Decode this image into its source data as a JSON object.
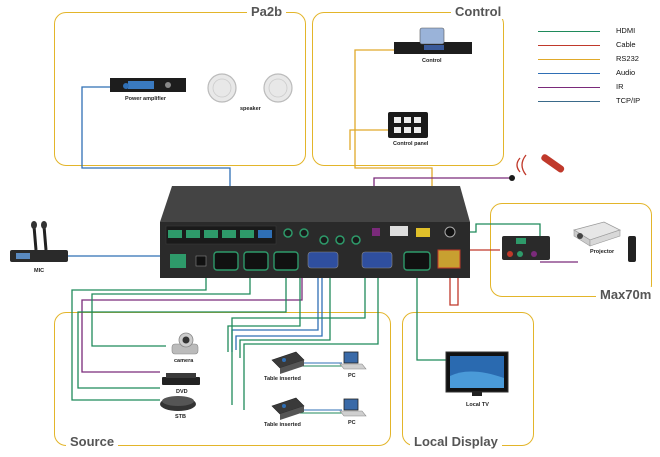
{
  "zones": {
    "pa2b": "Pa2b",
    "control": "Control",
    "max70m": "Max70m",
    "source": "Source",
    "local_display": "Local Display"
  },
  "legend": [
    {
      "label": "HDMI",
      "color": "#1f8a5b"
    },
    {
      "label": "Cable",
      "color": "#c0392b"
    },
    {
      "label": "RS232",
      "color": "#e0a92a"
    },
    {
      "label": "Audio",
      "color": "#2f6fb5"
    },
    {
      "label": "IR",
      "color": "#7a2a7a"
    },
    {
      "label": "TCP/IP",
      "color": "#3a6a8a"
    }
  ],
  "devices": {
    "power_amplifier": "Power amplifier",
    "speaker": "speaker",
    "control": "Control",
    "control_panel": "Control panel",
    "mic": "MIC",
    "projector": "Projector",
    "camera": "camera",
    "dvd": "DVD",
    "stb": "STB",
    "table_inserted_1": "Table inserted",
    "table_inserted_2": "Table inserted",
    "pc_1": "PC",
    "pc_2": "PC",
    "local_tv": "Local TV"
  }
}
